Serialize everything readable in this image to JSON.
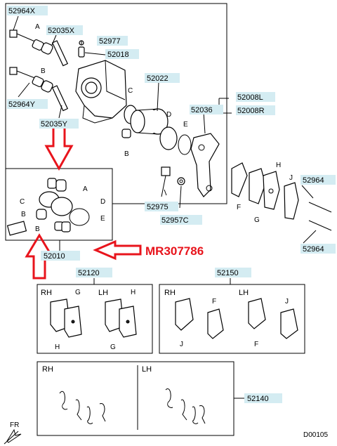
{
  "labels": {
    "p52964x": "52964X",
    "p52035x": "52035X",
    "p52977": "52977",
    "p52018": "52018",
    "p52964y": "52964Y",
    "p52022": "52022",
    "p52008l": "52008L",
    "p52008r": "52008R",
    "p52036": "52036",
    "p52035y": "52035Y",
    "p52975": "52975",
    "p52957c": "52957C",
    "p52964a": "52964",
    "p52964b": "52964",
    "p52010": "52010",
    "p52120": "52120",
    "p52150": "52150",
    "p52140": "52140"
  },
  "letters": {
    "A": "A",
    "B": "B",
    "C": "C",
    "D": "D",
    "E": "E",
    "F": "F",
    "G": "G",
    "H": "H",
    "J": "J"
  },
  "callout": "MR307786",
  "sides": {
    "rh": "RH",
    "lh": "LH"
  },
  "fr": "FR",
  "code": "D00105",
  "colors": {
    "accent": "#e8141c",
    "label_bg": "#d4ecf2"
  }
}
